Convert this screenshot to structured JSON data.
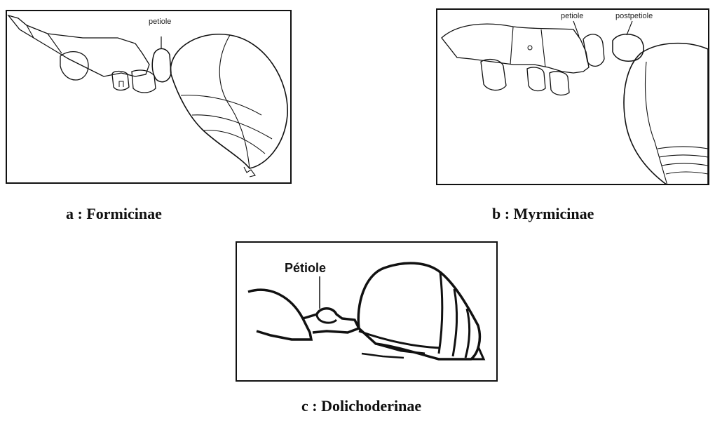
{
  "panels": [
    {
      "id": "a",
      "caption": "a : Formicinae",
      "labels": [
        "petiole"
      ]
    },
    {
      "id": "b",
      "caption": "b : Myrmicinae",
      "labels": [
        "petiole",
        "postpetiole"
      ]
    },
    {
      "id": "c",
      "caption": "c : Dolichoderinae",
      "labels": [
        "Pétiole"
      ]
    }
  ]
}
